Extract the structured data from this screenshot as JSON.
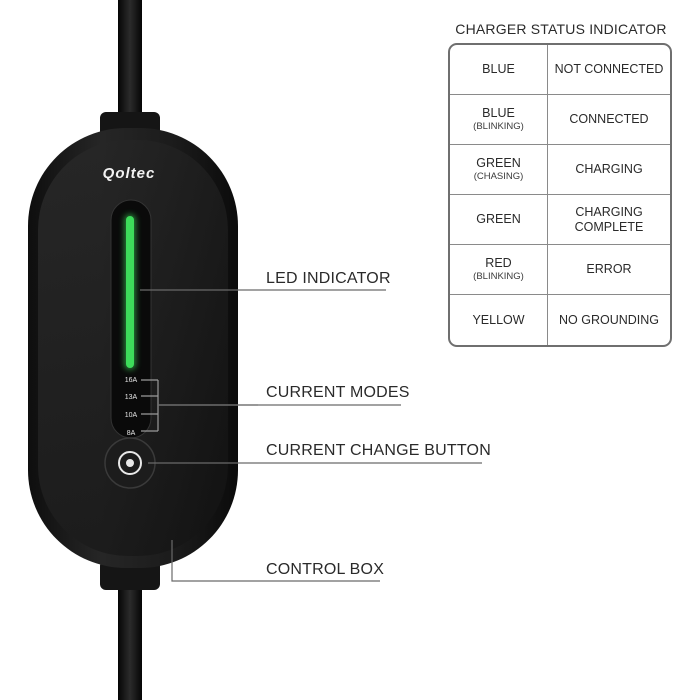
{
  "brand": {
    "logo_text": "Qoltec"
  },
  "device": {
    "modes": [
      "16A",
      "13A",
      "10A",
      "8A"
    ],
    "led_color": "#3ddc5a",
    "body_color": "#1a1a1a"
  },
  "callouts": {
    "led_indicator": "LED INDICATOR",
    "current_modes": "CURRENT MODES",
    "current_change_button": "CURRENT CHANGE BUTTON",
    "control_box": "CONTROL BOX"
  },
  "status_table": {
    "title": "CHARGER STATUS INDICATOR",
    "rows": [
      {
        "color": "BLUE",
        "qualifier": "",
        "status": "NOT CONNECTED"
      },
      {
        "color": "BLUE",
        "qualifier": "(BLINKING)",
        "status": "CONNECTED"
      },
      {
        "color": "GREEN",
        "qualifier": "(CHASING)",
        "status": "CHARGING"
      },
      {
        "color": "GREEN",
        "qualifier": "",
        "status": "CHARGING COMPLETE"
      },
      {
        "color": "RED",
        "qualifier": "(BLINKING)",
        "status": "ERROR"
      },
      {
        "color": "YELLOW",
        "qualifier": "",
        "status": "NO GROUNDING"
      }
    ]
  }
}
